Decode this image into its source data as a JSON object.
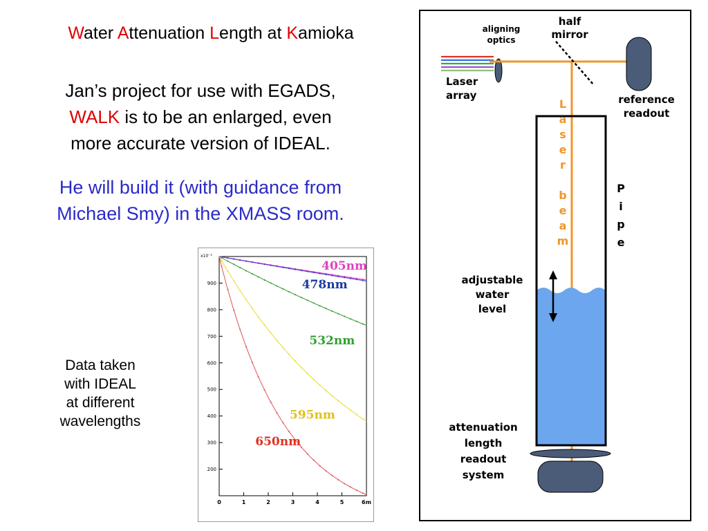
{
  "slide": {
    "title_parts": [
      {
        "initial": "W",
        "rest": "ater "
      },
      {
        "initial": "A",
        "rest": "ttenuation "
      },
      {
        "initial": "L",
        "rest": "ength at "
      },
      {
        "initial": "K",
        "rest": "amioka"
      }
    ],
    "para1": {
      "line1": "Jan’s project for use with EGADS,",
      "walk": "WALK",
      "line2_rest": " is to be an enlarged, even",
      "line3": "more accurate version of IDEAL."
    },
    "para2": {
      "line1": "He will build it (with guidance from",
      "line2": "Michael Smy) in the XMASS room."
    },
    "caption": [
      "Data taken",
      "with IDEAL",
      "at different",
      "wavelengths"
    ]
  },
  "diagram": {
    "labels": {
      "aligning_optics": [
        "aligning",
        "optics"
      ],
      "half_mirror": [
        "half",
        "mirror"
      ],
      "laser_array": [
        "Laser",
        "array"
      ],
      "reference_readout": [
        "reference",
        "readout"
      ],
      "laser_beam_letters": [
        "L",
        "a",
        "s",
        "e",
        "r",
        "",
        "b",
        "e",
        "a",
        "m"
      ],
      "pipe_letters": [
        "P",
        "i",
        "p",
        "e"
      ],
      "adjustable_water_level": [
        "adjustable",
        "water",
        "level"
      ],
      "attenuation_readout": [
        "attenuation",
        "length",
        "readout",
        "system"
      ]
    },
    "colors": {
      "beam": "#f0962a",
      "water": "#6ca6ee",
      "readout": "#4a5c78",
      "laser_lines": [
        "#e03020",
        "#3070e0",
        "#30b030",
        "#a050d0",
        "#90c080"
      ]
    }
  },
  "chart_data": {
    "type": "scatter",
    "xaxis": {
      "range": [
        0,
        6
      ],
      "ticks": [
        "0",
        "1",
        "2",
        "3",
        "4",
        "5",
        "6m"
      ]
    },
    "yaxis": {
      "range": [
        100,
        1000
      ],
      "tick_values": [
        200,
        300,
        400,
        500,
        600,
        700,
        800,
        900
      ],
      "multiplier_label": "x10⁻³"
    },
    "series": [
      {
        "name": "405nm",
        "color": "#e040c0",
        "label_color": "#e040c0",
        "y0": 1000,
        "atten_length": 65
      },
      {
        "name": "478nm",
        "color": "#5040d0",
        "label_color": "#1a3aa0",
        "y0": 1000,
        "atten_length": 62
      },
      {
        "name": "532nm",
        "color": "#40a040",
        "label_color": "#30a030",
        "y0": 1000,
        "atten_length": 20
      },
      {
        "name": "595nm",
        "color": "#e8e040",
        "label_color": "#e0c020",
        "y0": 1000,
        "atten_length": 6.2
      },
      {
        "name": "650nm",
        "color": "#e06060",
        "label_color": "#e03020",
        "y0": 1000,
        "atten_length": 2.65
      }
    ]
  }
}
